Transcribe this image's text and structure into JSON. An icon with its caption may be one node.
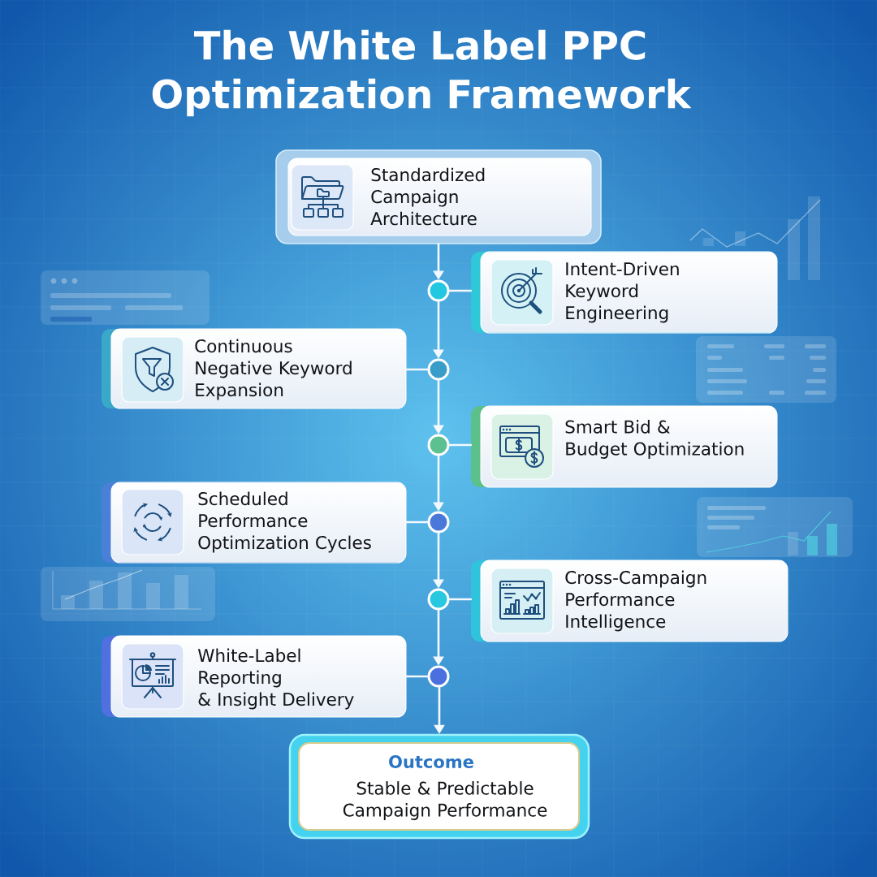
{
  "diagram": {
    "title": "The White Label PPC Optimization Framework",
    "nodes": [
      {
        "text": [
          "Standardized Campaign Architecture"
        ]
      },
      {
        "text": [],
        "shape": "circle"
      },
      {
        "text": [
          "Intent-Driven Keyword Engineering"
        ]
      },
      {
        "text": [],
        "shape": "circle"
      },
      {
        "text": [
          "Continuous Negative Keyword Expansion"
        ]
      },
      {
        "text": [],
        "shape": "circle"
      },
      {
        "text": [
          "Smart Bid & Budget Optimization"
        ]
      },
      {
        "text": [],
        "shape": "circle"
      },
      {
        "text": [
          "Scheduled Performance Optimization Cycles"
        ]
      },
      {
        "text": [],
        "shape": "circle"
      },
      {
        "text": [
          "Cross-Campaign Performance Intelligence"
        ]
      },
      {
        "text": [],
        "shape": "circle"
      },
      {
        "text": [
          "White-Label Reporting & Insight Delivery"
        ]
      },
      {
        "text": [
          "Outcome",
          "Stable & Predictable Campaign Performance"
        ]
      }
    ],
    "edges": [
      {
        "from": 0,
        "to": 1,
        "arrow": "to"
      },
      {
        "from": 1,
        "to": 2,
        "arrow": "none"
      },
      {
        "from": 1,
        "to": 3,
        "arrow": "to"
      },
      {
        "from": 3,
        "to": 4,
        "arrow": "none"
      },
      {
        "from": 3,
        "to": 5,
        "arrow": "to"
      },
      {
        "from": 5,
        "to": 6,
        "arrow": "none"
      },
      {
        "from": 5,
        "to": 7,
        "arrow": "to"
      },
      {
        "from": 7,
        "to": 8,
        "arrow": "none"
      },
      {
        "from": 7,
        "to": 9,
        "arrow": "to"
      },
      {
        "from": 9,
        "to": 10,
        "arrow": "none"
      },
      {
        "from": 9,
        "to": 11,
        "arrow": "to"
      },
      {
        "from": 11,
        "to": 12,
        "arrow": "none"
      },
      {
        "from": 11,
        "to": 13,
        "arrow": "to"
      }
    ]
  }
}
